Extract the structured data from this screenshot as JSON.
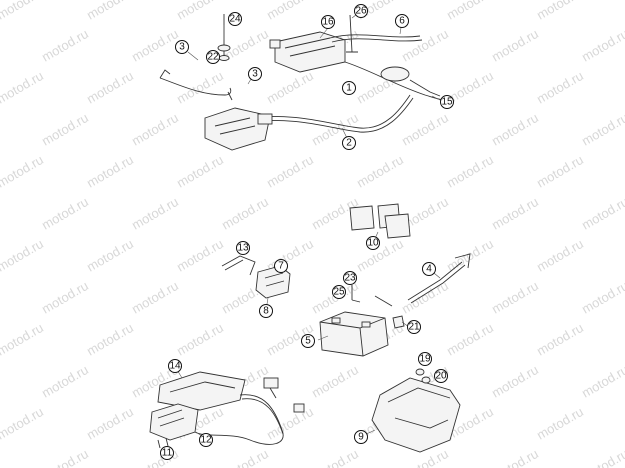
{
  "watermark": {
    "text": "motod.ru"
  },
  "callouts": {
    "c1": "1",
    "c2": "2",
    "c3a": "3",
    "c3b": "3",
    "c4": "4",
    "c5": "5",
    "c6": "6",
    "c7": "7",
    "c8": "8",
    "c9": "9",
    "c10": "10",
    "c11": "11",
    "c12": "12",
    "c13": "13",
    "c14": "14",
    "c15": "15",
    "c16": "16",
    "c19": "19",
    "c20": "20",
    "c21": "21",
    "c22": "22",
    "c23": "23",
    "c24": "24",
    "c25": "25",
    "c26": "26"
  }
}
